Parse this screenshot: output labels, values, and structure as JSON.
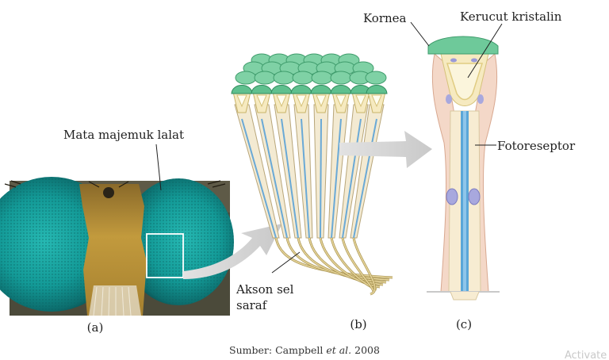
{
  "labels": {
    "compound_eye": "Mata majemuk lalat",
    "axon_line1": "Akson sel",
    "axon_line2": "saraf",
    "cornea": "Kornea",
    "crystalline_cone": "Kerucut kristalin",
    "photoreceptor": "Fotoreseptor"
  },
  "captions": {
    "a": "(a)",
    "b": "(b)",
    "c": "(c)"
  },
  "source": {
    "prefix": "Sumber: Campbell ",
    "etal": "et al.",
    "suffix": " 2008"
  },
  "watermark": "Activate",
  "colors": {
    "eye": "#1aa5a3",
    "fly_body": "#b8902f",
    "lens": "#6ec99a",
    "cone": "#f1e3a3",
    "axon": "#d8c58a",
    "photoreceptor": "#5aa6d8",
    "arrow": "#d5d5d5"
  }
}
